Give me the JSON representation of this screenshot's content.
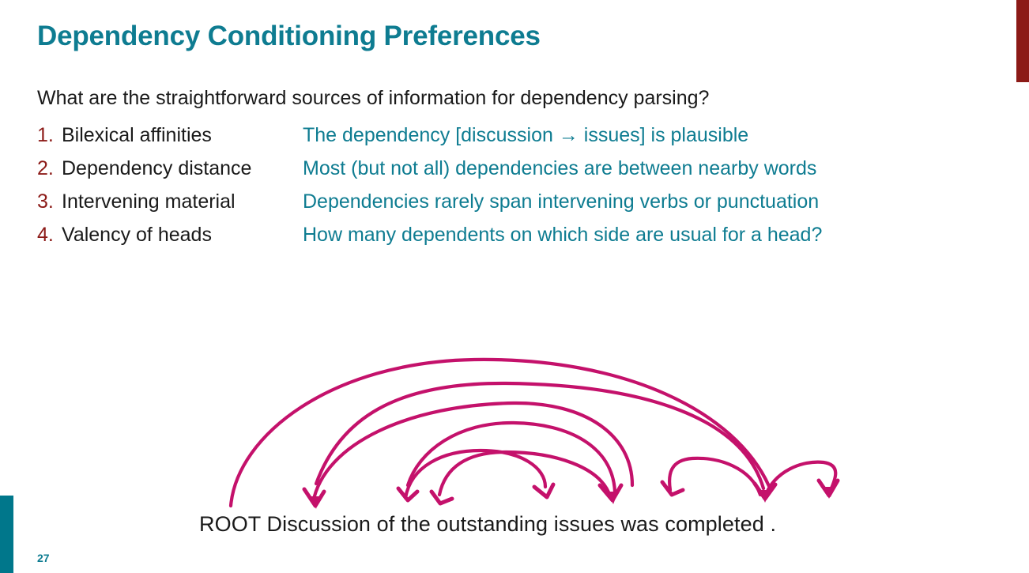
{
  "slide": {
    "title": "Dependency Conditioning Preferences",
    "intro": "What are the straightforward sources of information for dependency parsing?",
    "page_number": "27"
  },
  "colors": {
    "title_teal": "#0E7C91",
    "accent_red": "#8C1A17",
    "accent_teal": "#00778B",
    "arc_magenta": "#C4116B",
    "body_black": "#1a1a1a"
  },
  "list": {
    "items": [
      {
        "number": "1.",
        "term": "Bilexical affinities",
        "description": "The dependency [discussion → issues] is plausible"
      },
      {
        "number": "2.",
        "term": "Dependency distance",
        "description": "Most (but not all) dependencies are between nearby words"
      },
      {
        "number": "3.",
        "term": "Intervening material",
        "description": "Dependencies rarely span intervening verbs or punctuation"
      },
      {
        "number": "4.",
        "term": "Valency of heads",
        "description": "How many dependents on which side are usual for a head?"
      }
    ]
  },
  "diagram": {
    "sentence": "ROOT Discussion of the outstanding issues was completed  .",
    "tokens": [
      "ROOT",
      "Discussion",
      "of",
      "the",
      "outstanding",
      "issues",
      "was",
      "completed",
      "."
    ],
    "arcs": [
      {
        "from": "ROOT",
        "to": "completed"
      },
      {
        "from": "completed",
        "to": "Discussion"
      },
      {
        "from": "Discussion",
        "to": "issues"
      },
      {
        "from": "issues",
        "to": "of"
      },
      {
        "from": "of",
        "to": "the"
      },
      {
        "from": "issues",
        "to": "outstanding"
      },
      {
        "from": "completed",
        "to": "was"
      },
      {
        "from": "completed",
        "to": "."
      }
    ]
  }
}
